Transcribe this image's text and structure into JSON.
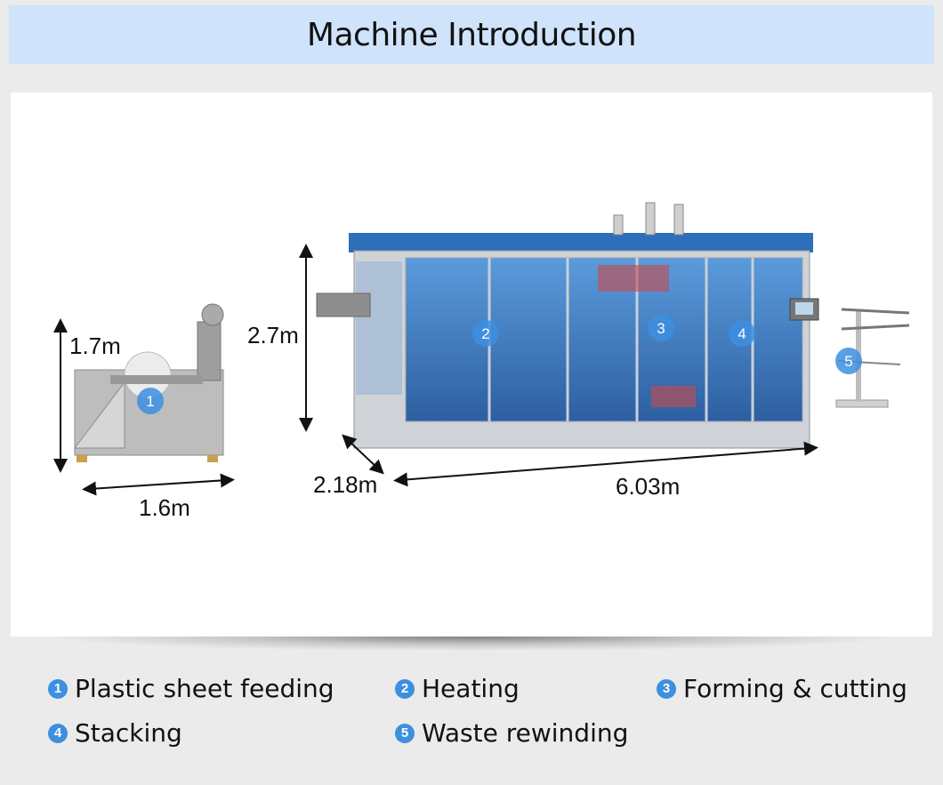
{
  "header": {
    "title": "Machine Introduction"
  },
  "dimensions": {
    "feeder_height": "1.7m",
    "feeder_width": "1.6m",
    "machine_height": "2.7m",
    "machine_depth": "2.18m",
    "machine_length": "6.03m"
  },
  "markers": [
    "1",
    "2",
    "3",
    "4",
    "5"
  ],
  "legend": [
    {
      "num": "1",
      "label": "Plastic sheet feeding"
    },
    {
      "num": "2",
      "label": "Heating"
    },
    {
      "num": "3",
      "label": "Forming & cutting"
    },
    {
      "num": "4",
      "label": "Stacking"
    },
    {
      "num": "5",
      "label": "Waste rewinding"
    }
  ],
  "colors": {
    "title_bg": "#cfe3fb",
    "marker": "#3d8fe0",
    "machine_roof": "#2d6fb8",
    "glass": "#3e7ec4"
  }
}
